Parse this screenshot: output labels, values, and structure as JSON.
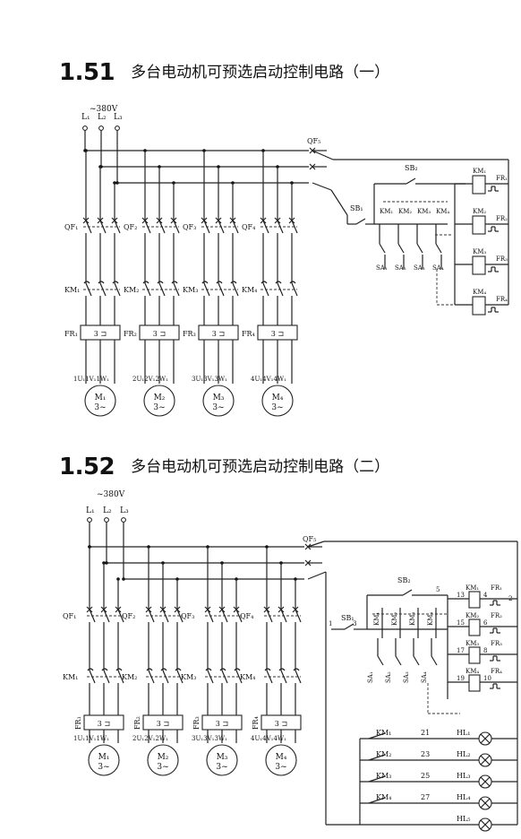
{
  "diagram1": {
    "number": "1.51",
    "title": "多台电动机可预选启动控制电路（一）",
    "voltage": "~380V",
    "lines": [
      "L₁",
      "L₂",
      "L₃"
    ],
    "qf_main": "QF₅",
    "motors": [
      {
        "qf": "QF₁",
        "km": "KM₁",
        "fr": "FR₁",
        "fr_mark": "3 ⊐",
        "terms": [
          "1U₁",
          "1V₁",
          "1W₁"
        ],
        "m": "M₁",
        "ph": "3~"
      },
      {
        "qf": "QF₂",
        "km": "KM₂",
        "fr": "FR₂",
        "fr_mark": "3 ⊐",
        "terms": [
          "2U₁",
          "2V₁",
          "2W₁"
        ],
        "m": "M₂",
        "ph": "3~"
      },
      {
        "qf": "QF₃",
        "km": "KM₃",
        "fr": "FR₃",
        "fr_mark": "3 ⊐",
        "terms": [
          "3U₁",
          "3V₁",
          "3W₁"
        ],
        "m": "M₃",
        "ph": "3~"
      },
      {
        "qf": "QF₄",
        "km": "KM₄",
        "fr": "FR₄",
        "fr_mark": "3 ⊐",
        "terms": [
          "4U₁",
          "4V₁",
          "4W₁"
        ],
        "m": "M₄",
        "ph": "3~"
      }
    ],
    "control": {
      "sb1": "SB₁",
      "sb2": "SB₂",
      "km_contacts": [
        "KM₁",
        "KM₂",
        "KM₃",
        "KM₄"
      ],
      "sa": [
        "SA₁",
        "SA₂",
        "SA₃",
        "SA₄"
      ],
      "coils": [
        "KM₁",
        "KM₂",
        "KM₃",
        "KM₄"
      ],
      "frs": [
        "FR₁",
        "FR₂",
        "FR₃",
        "FR₄"
      ]
    }
  },
  "diagram2": {
    "number": "1.52",
    "title": "多台电动机可预选启动控制电路（二）",
    "voltage": "~380V",
    "lines": [
      "L₁",
      "L₂",
      "L₃"
    ],
    "qf_main": "QF₅",
    "motors": [
      {
        "qf": "QF₁",
        "km": "KM₁",
        "fr": "FR₁",
        "fr_mark": "3 ⊐",
        "terms": [
          "1U₁",
          "1V₁",
          "1W₁"
        ],
        "m": "M₁",
        "ph": "3~"
      },
      {
        "qf": "QF₂",
        "km": "KM₂",
        "fr": "FR₂",
        "fr_mark": "3 ⊐",
        "terms": [
          "2U₁",
          "2V₁",
          "2W₁"
        ],
        "m": "M₂",
        "ph": "3~"
      },
      {
        "qf": "QF₃",
        "km": "KM₃",
        "fr": "FR₃",
        "fr_mark": "3 ⊐",
        "terms": [
          "3U₁",
          "3V₁",
          "3W₁"
        ],
        "m": "M₃",
        "ph": "3~"
      },
      {
        "qf": "QF₄",
        "km": "KM₄",
        "fr": "FR₄",
        "fr_mark": "3 ⊐",
        "terms": [
          "4U₁",
          "4V₁",
          "4W₁"
        ],
        "m": "M₄",
        "ph": "3~"
      }
    ],
    "control": {
      "sb1": "SB₁",
      "sb2": "SB₂",
      "nodes": [
        "1",
        "3",
        "5",
        "2"
      ],
      "km_contacts": [
        "KM₁",
        "KM₂",
        "KM₃",
        "KM₄"
      ],
      "sa": [
        "SA₁",
        "SA₂",
        "SA₃",
        "SA₄"
      ],
      "coils": [
        {
          "left": "13",
          "name": "KM₁",
          "right": "4"
        },
        {
          "left": "15",
          "name": "KM₂",
          "right": "6"
        },
        {
          "left": "17",
          "name": "KM₃",
          "right": "8"
        },
        {
          "left": "19",
          "name": "KM₄",
          "right": "10"
        }
      ],
      "frs": [
        "FR₁",
        "FR₂",
        "FR₃",
        "FR₄"
      ]
    },
    "indicators": [
      {
        "km": "KM₁",
        "node": "21",
        "hl": "HL₁"
      },
      {
        "km": "KM₂",
        "node": "23",
        "hl": "HL₂"
      },
      {
        "km": "KM₃",
        "node": "25",
        "hl": "HL₃"
      },
      {
        "km": "KM₄",
        "node": "27",
        "hl": "HL₄"
      },
      {
        "km": "",
        "node": "",
        "hl": "HL₅"
      }
    ]
  }
}
